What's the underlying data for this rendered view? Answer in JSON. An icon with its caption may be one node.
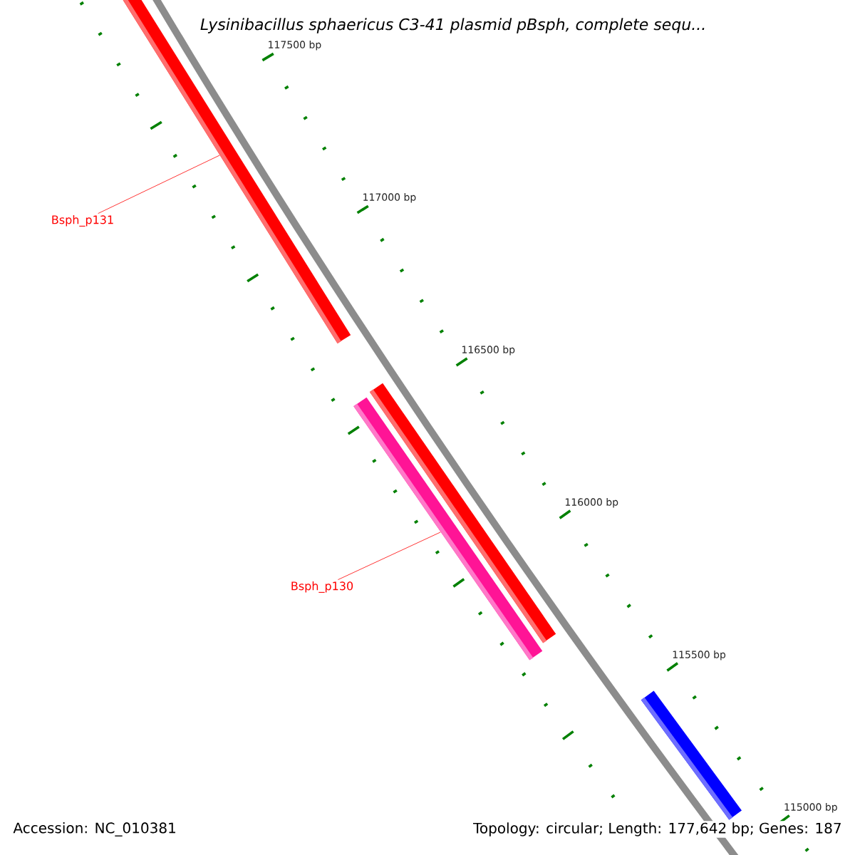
{
  "diagram": {
    "title": "*Lysinibacillus sphaericus* C3-41 plasmid pBsph, complete sequ...",
    "nodes": [
      {
        "text": [
          "Bsph_p131"
        ]
      },
      {
        "text": [],
        "shape": "bar"
      },
      {
        "text": [
          "Bsph_p130"
        ]
      },
      {
        "text": [],
        "shape": "bar"
      },
      {
        "text": [],
        "shape": "bar"
      },
      {
        "text": [],
        "shape": "bar"
      }
    ],
    "edges": [
      {
        "from": 0,
        "to": 1,
        "arrow": "none"
      },
      {
        "from": 2,
        "to": 3,
        "arrow": "none"
      }
    ],
    "labels": [
      "117500 bp",
      "117000 bp",
      "116500 bp",
      "116000 bp",
      "115500 bp",
      "115000 bp",
      "Accession: NC_010381",
      "Topology: circular; Length: 177,642 bp; Genes: 187"
    ]
  }
}
